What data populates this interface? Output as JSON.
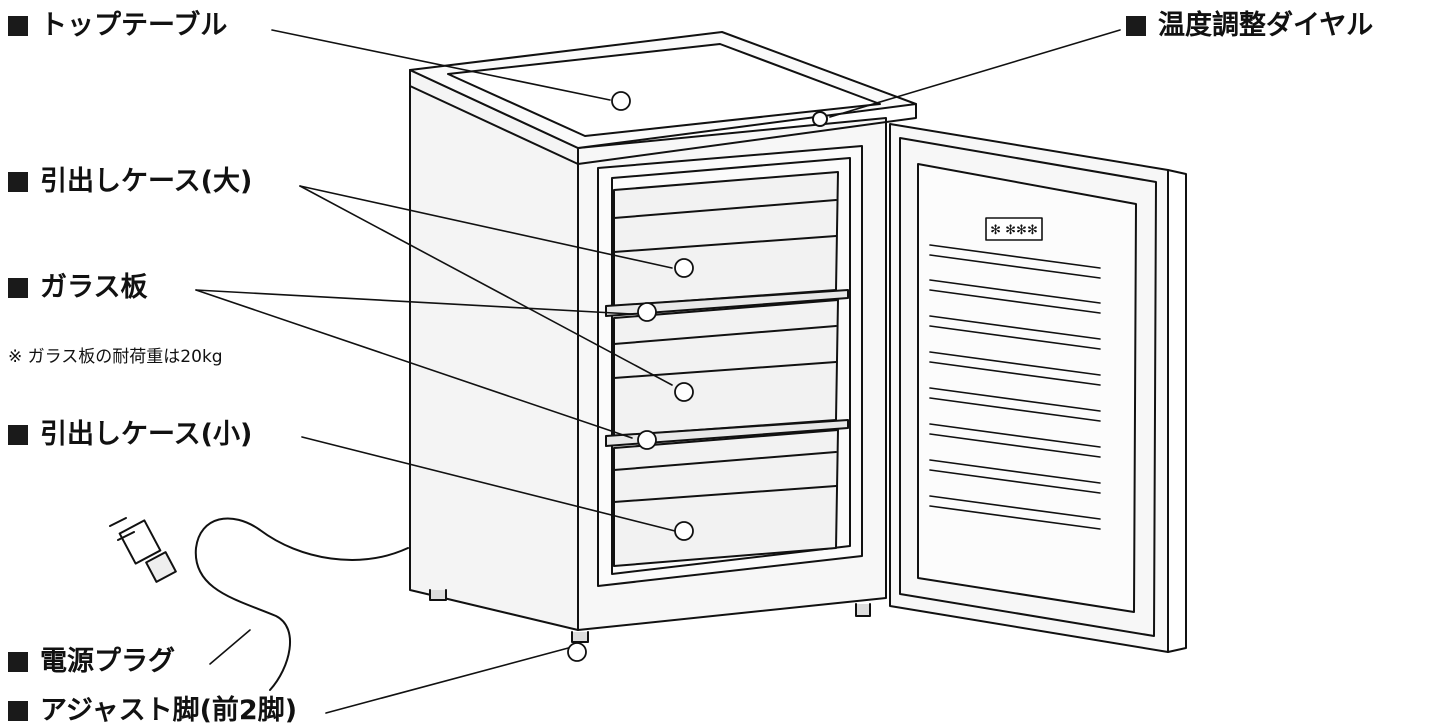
{
  "labels": {
    "top_table": "トップテーブル",
    "temp_dial": "温度調整ダイヤル",
    "drawer_large": "引出しケース(大)",
    "glass_shelf": "ガラス板",
    "glass_note": "※ ガラス板の耐荷重は20kg",
    "drawer_small": "引出しケース(小)",
    "power_plug": "電源プラグ",
    "adjust_foot": "アジャスト脚(前2脚)"
  },
  "door_badge": "✻ ✻✻✻",
  "colors": {
    "line": "#111111",
    "body": "#f4f4f4",
    "inner": "#fbfbfb",
    "marker": "#1a1a1a"
  }
}
